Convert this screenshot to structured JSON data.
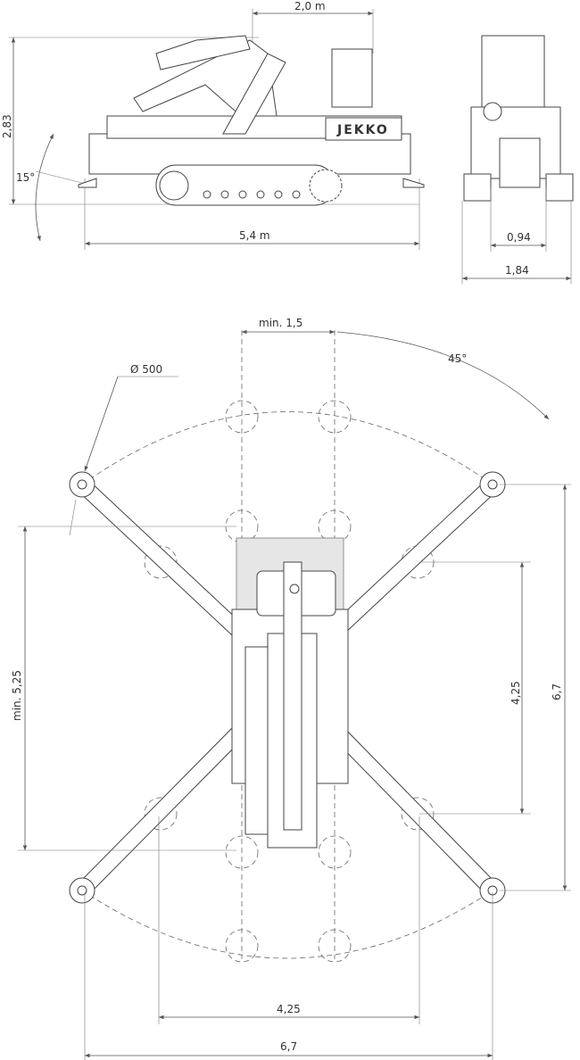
{
  "side_view": {
    "arm_spacing_label": "2,0 m",
    "height_label": "2,83",
    "slope_angle_label": "15°",
    "length_label": "5,4 m",
    "logo_text": "JEKKO"
  },
  "front_view": {
    "track_gap_label": "0,94",
    "width_label": "1,84"
  },
  "top_view": {
    "min_gap_label": "min. 1,5",
    "angle_label": "45°",
    "pad_diameter_label": "Ø 500",
    "min_length_label": "min. 5,25",
    "inner_height_label": "4,25",
    "outer_height_label": "6,7",
    "inner_width_label": "4,25",
    "outer_width_label": "6,7"
  }
}
